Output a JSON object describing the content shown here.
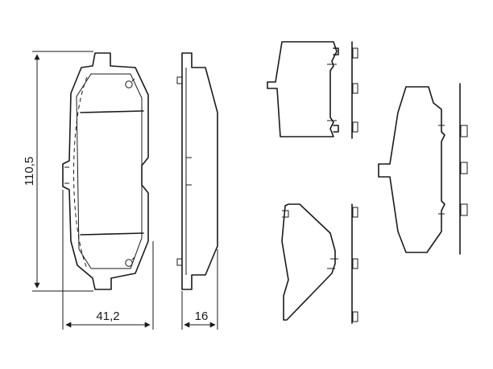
{
  "dimensions": {
    "height_label": "110,5",
    "width_label": "41,2",
    "thickness_label": "16"
  }
}
